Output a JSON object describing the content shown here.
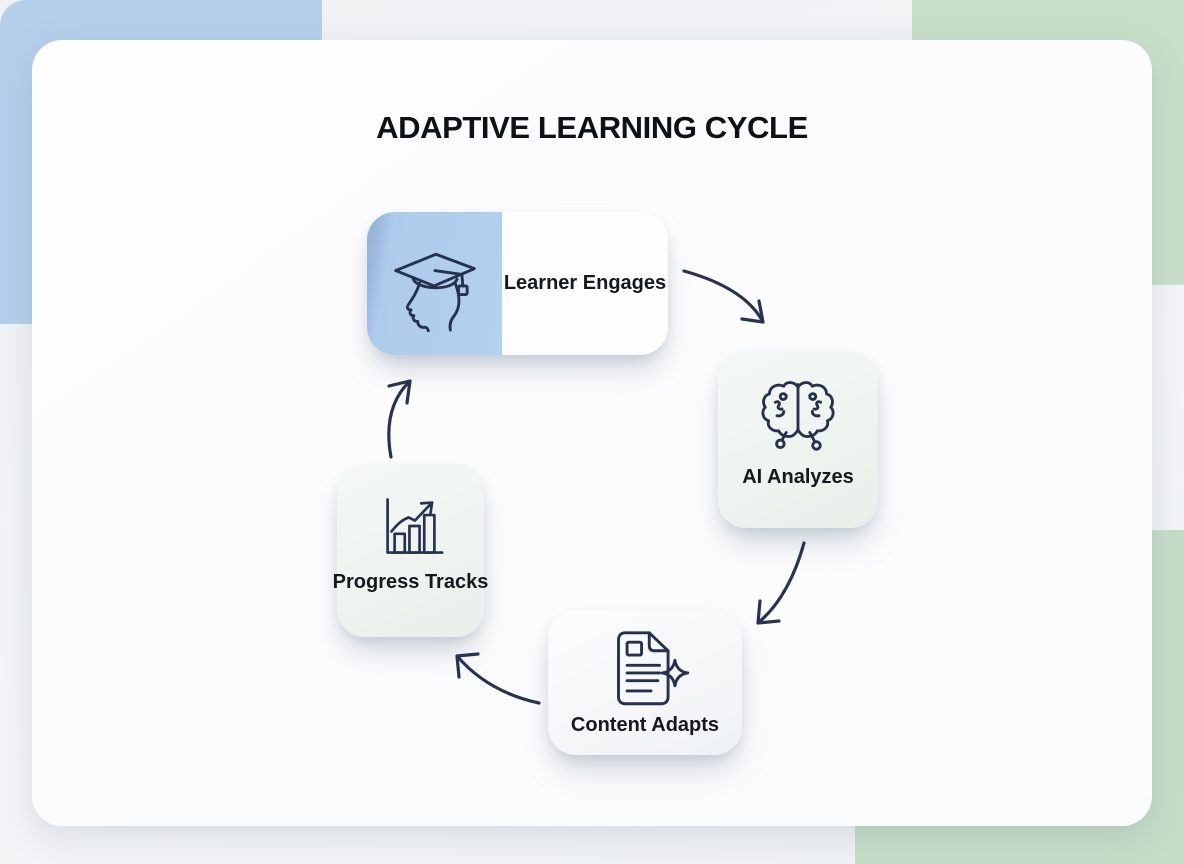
{
  "title": "ADAPTIVE LEARNING CYCLE",
  "nodes": [
    {
      "label": "Learner Engages",
      "icon": "graduation-cap-head-icon"
    },
    {
      "label": "AI Analyzes",
      "icon": "brain-icon"
    },
    {
      "label": "Content Adapts",
      "icon": "document-sparkle-icon"
    },
    {
      "label": "Progress Tracks",
      "icon": "bar-chart-trend-icon"
    }
  ],
  "edges": [
    {
      "from": "Learner Engages",
      "to": "AI Analyzes"
    },
    {
      "from": "AI Analyzes",
      "to": "Content Adapts"
    },
    {
      "from": "Content Adapts",
      "to": "Progress Tracks"
    },
    {
      "from": "Progress Tracks",
      "to": "Learner Engages"
    }
  ],
  "colors": {
    "page_background": "#eff1f4",
    "panel_background": "#fdfdfe",
    "accent_blue": "#aecbec",
    "accent_blue_shade": "#8fadd2",
    "accent_green": "#c7dfc9",
    "mint_card": "#edf3ee",
    "icon_stroke": "#25314e",
    "arrow_stroke": "#27334f",
    "text_ink": "#0e1115"
  }
}
